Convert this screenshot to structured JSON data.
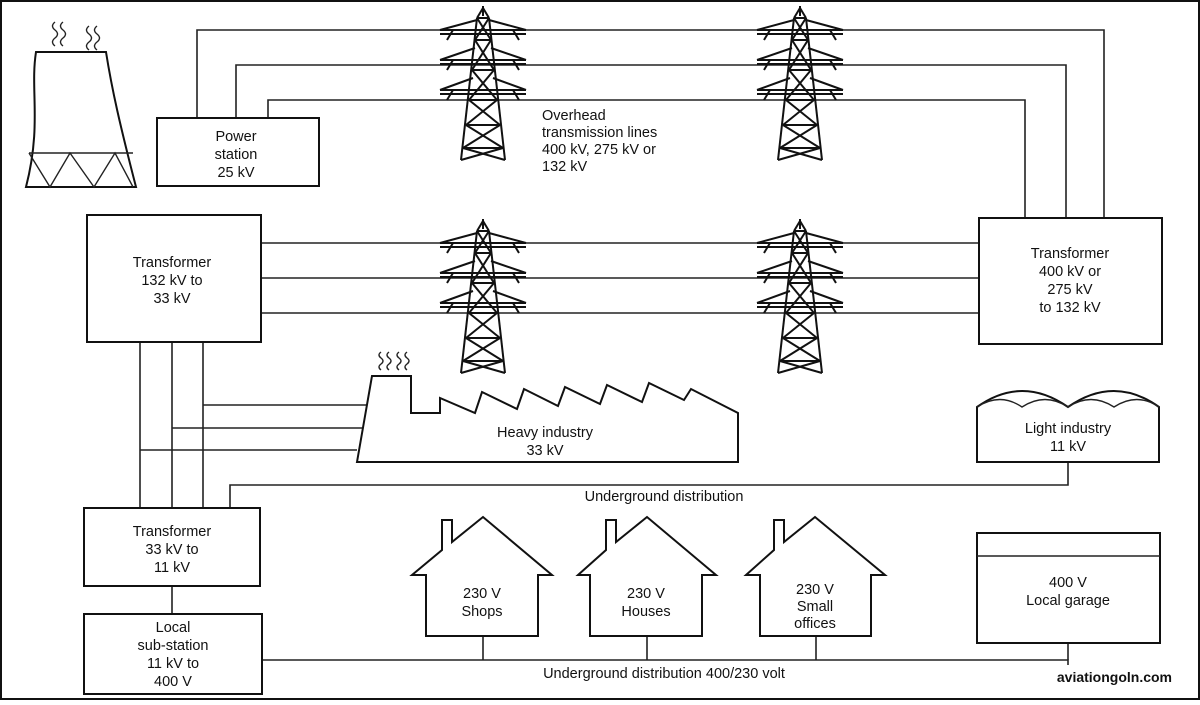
{
  "colors": {
    "ink": "#111111",
    "background": "#ffffff"
  },
  "icons": {
    "cooling_tower": "cooling-tower-icon",
    "pylon": "pylon-icon",
    "factory": "factory-icon",
    "house": "house-icon",
    "smoke": "smoke-icon"
  },
  "nodes": {
    "power_station": [
      "Power",
      "station",
      "25 kV"
    ],
    "transformer_400": [
      "Transformer",
      "400 kV or",
      "275 kV",
      "to 132 kV"
    ],
    "transformer_132": [
      "Transformer",
      "132 kV to",
      "33 kV"
    ],
    "heavy_industry": [
      "Heavy industry",
      "33 kV"
    ],
    "light_industry": [
      "Light industry",
      "11 kV"
    ],
    "transformer_33": [
      "Transformer",
      "33 kV to",
      "11 kV"
    ],
    "local_substation": [
      "Local",
      "sub-station",
      "11 kV to",
      "400 V"
    ],
    "shops": [
      "230 V",
      "Shops"
    ],
    "houses": [
      "230 V",
      "Houses"
    ],
    "small_offices": [
      "230 V",
      "Small",
      "offices"
    ],
    "local_garage": [
      "400 V",
      "Local garage"
    ]
  },
  "labels": {
    "overhead": [
      "Overhead",
      "transmission lines",
      "400 kV, 275 kV or",
      "132 kV"
    ],
    "underground_distribution": "Underground distribution",
    "underground_400_230": "Underground distribution 400/230 volt"
  },
  "watermark": "aviationgoln.com"
}
